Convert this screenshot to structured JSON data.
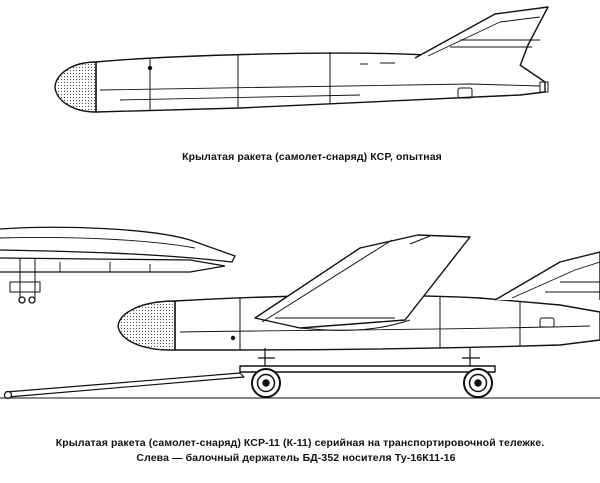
{
  "captions": {
    "top": "Крылатая ракета (самолет-снаряд) КСР, опытная",
    "bottom_line1": "Крылатая ракета (самолет-снаряд) КСР-11 (К-11) серийная на транспортировочной тележке.",
    "bottom_line2": "Слева — балочный держатель БД-352 носителя Ту-16К11-16"
  }
}
